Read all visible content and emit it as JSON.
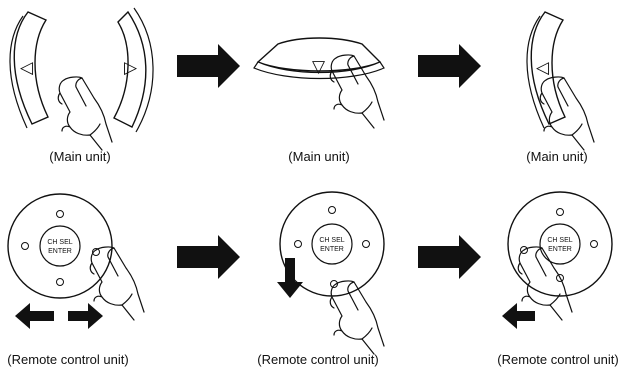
{
  "captions": {
    "main_1": "(Main unit)",
    "main_2": "(Main unit)",
    "main_3": "(Main unit)",
    "remote_1": "(Remote control unit)",
    "remote_2": "(Remote control unit)",
    "remote_3": "(Remote control unit)"
  },
  "remote": {
    "center_line1": "CH SEL",
    "center_line2": "ENTER"
  },
  "glyphs": {
    "left": "◁",
    "right": "▷",
    "down": "▽"
  },
  "colors": {
    "ink": "#111111",
    "background": "#ffffff"
  }
}
